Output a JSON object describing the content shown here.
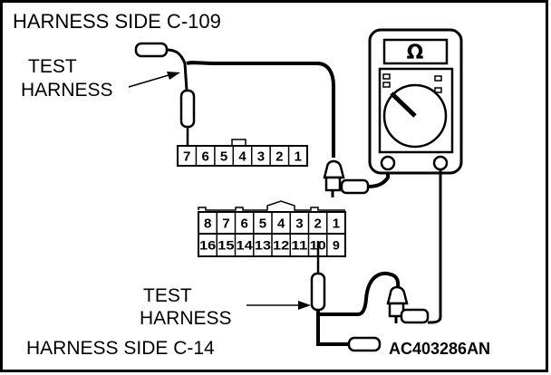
{
  "title_top": "HARNESS SIDE C-109",
  "label_test_harness_top": [
    "TEST",
    "HARNESS"
  ],
  "label_test_harness_bottom": [
    "TEST",
    "HARNESS"
  ],
  "title_bottom": "HARNESS SIDE C-14",
  "figure_code": "AC403286AN",
  "meter_symbol": "Ω",
  "connector_c109": {
    "pins": [
      "7",
      "6",
      "5",
      "4",
      "3",
      "2",
      "1"
    ]
  },
  "connector_c14": {
    "row_top": [
      "8",
      "7",
      "6",
      "5",
      "4",
      "3",
      "2",
      "1"
    ],
    "row_bottom": [
      "16",
      "15",
      "14",
      "13",
      "12",
      "11",
      "10",
      "9"
    ]
  },
  "meter_icon": "ohmmeter-icon"
}
